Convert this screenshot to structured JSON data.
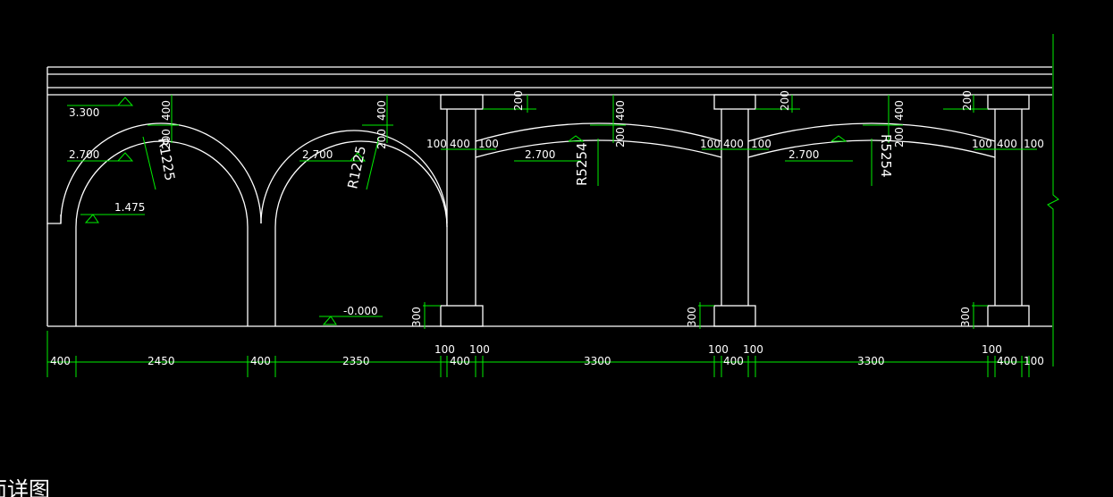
{
  "drawing": {
    "title": "面详图",
    "elevations": {
      "top": "3.300",
      "spring_left": "2.700",
      "spring_mid": "2.700",
      "spring_seg1": "2.700",
      "spring_seg2": "2.700",
      "sill": "1.475",
      "ground": "-0.000"
    },
    "radii": {
      "arch_left": "R1225",
      "arch_mid": "R1225",
      "seg_1": "R5254",
      "seg_2": "R5254"
    },
    "dims_bottom": [
      "400",
      "2450",
      "400",
      "2350",
      "400",
      "3300",
      "400",
      "3300",
      "400",
      "100"
    ],
    "dims_small": [
      "100",
      "100",
      "100",
      "100",
      "100"
    ],
    "dims_vertical": [
      "400",
      "400",
      "400",
      "400",
      "200",
      "200",
      "200",
      "200",
      "200",
      "200",
      "200",
      "200"
    ],
    "dims_horizontal": [
      "100",
      "400",
      "100",
      "100",
      "400",
      "100",
      "100",
      "400",
      "100"
    ],
    "plinth_height": [
      "300",
      "300",
      "300"
    ]
  }
}
